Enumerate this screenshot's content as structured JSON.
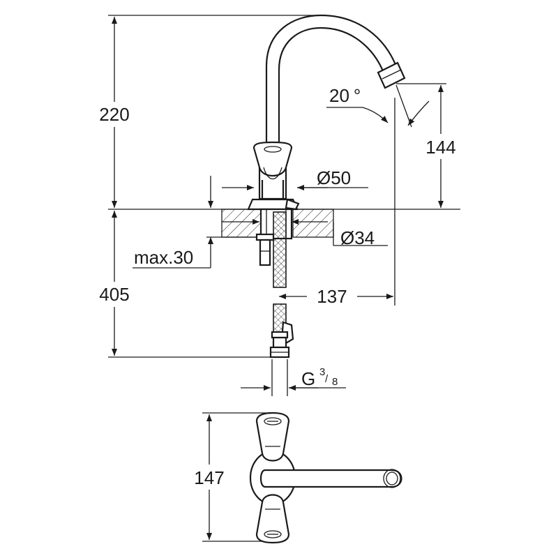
{
  "dimensions": {
    "height_total": "220",
    "height_spout": "144",
    "angle": "20",
    "angle_unit": "°",
    "diameter_base": "Ø50",
    "diameter_shank": "Ø34",
    "max_thickness": "max.30",
    "length_below": "405",
    "reach": "137",
    "connector_g": "G",
    "connector_num": "3",
    "connector_den": "8",
    "top_view_length": "147"
  }
}
